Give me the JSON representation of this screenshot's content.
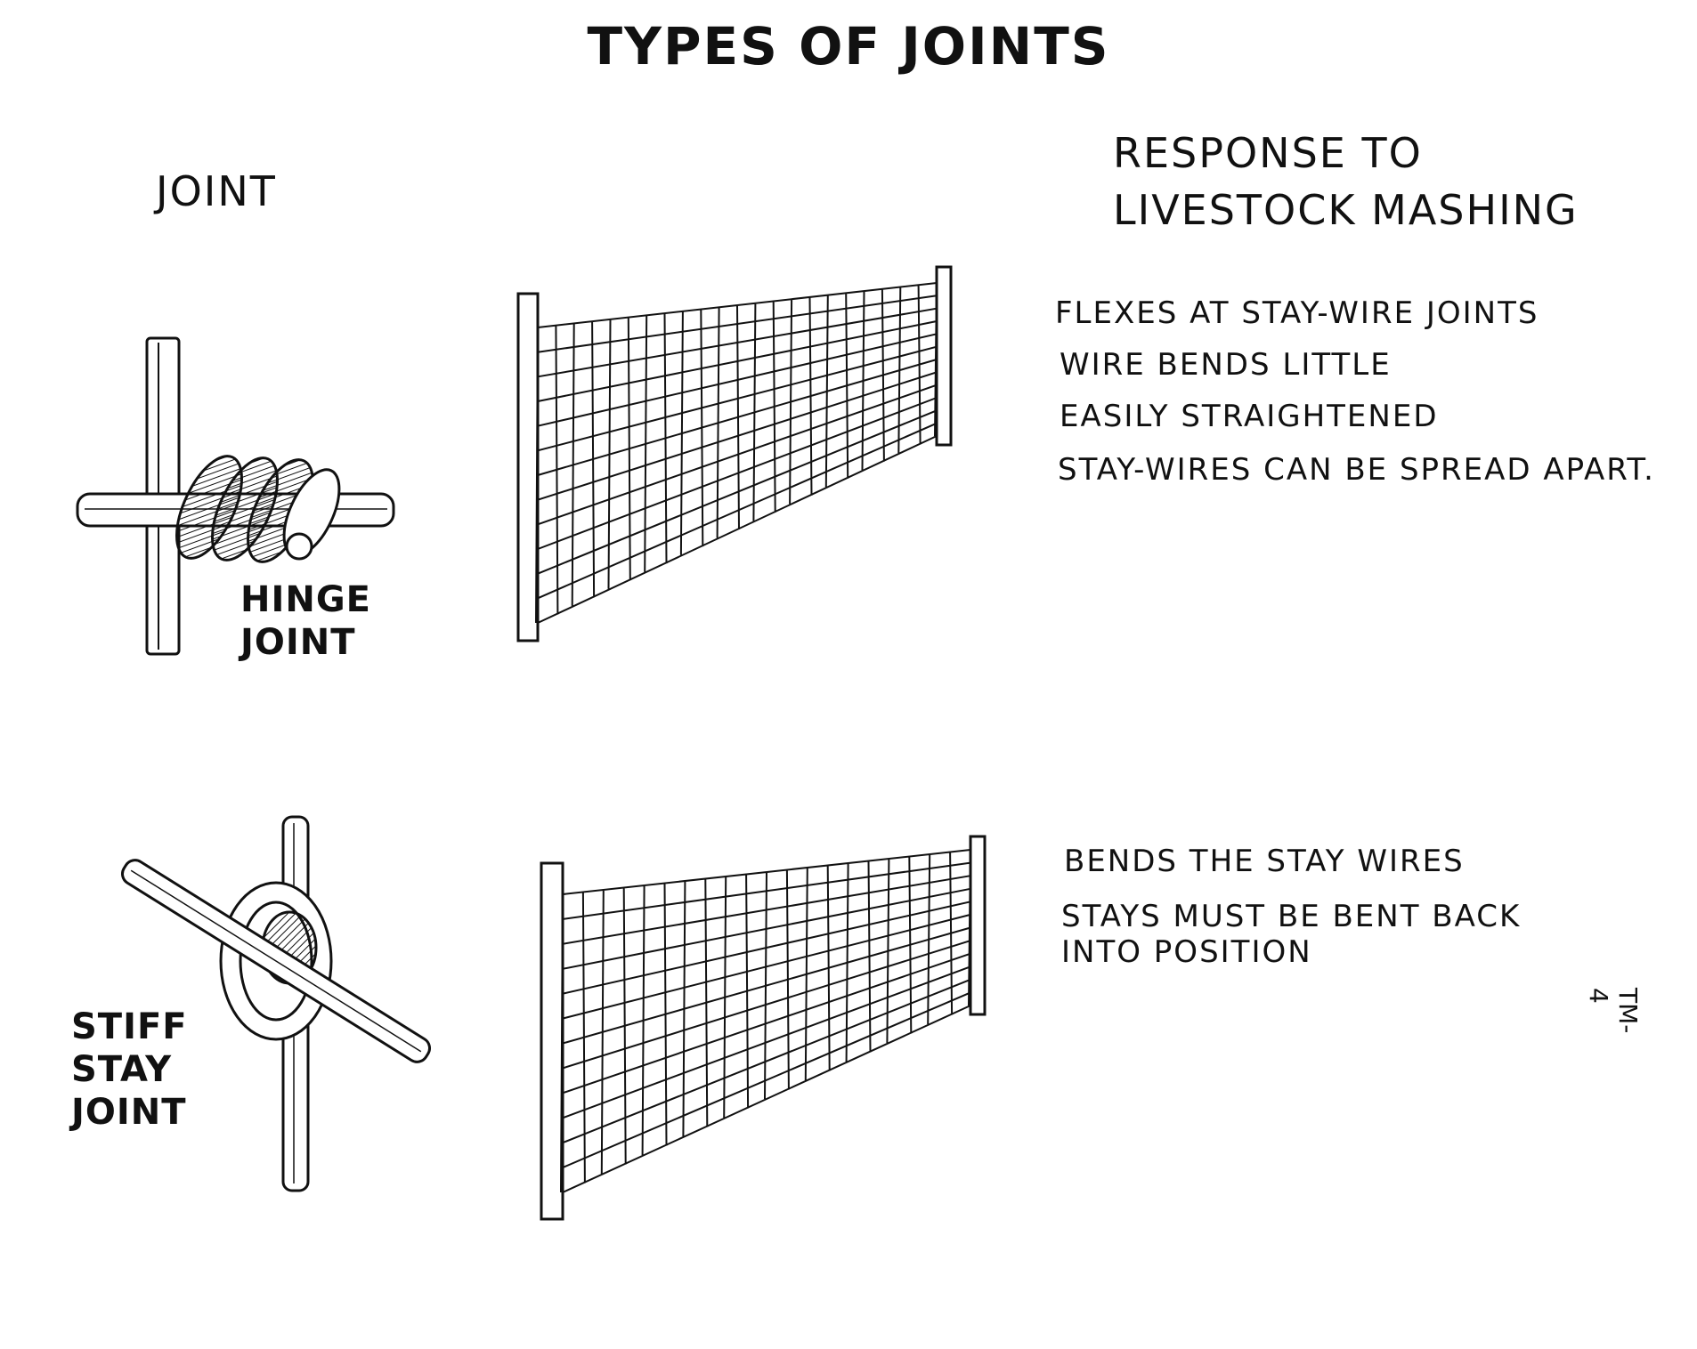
{
  "title": "TYPES OF JOINTS",
  "col_joint_header": "JOINT",
  "col_response_header": "RESPONSE TO\nLIVESTOCK MASHING",
  "hinge": {
    "label": "HINGE\nJOINT",
    "responses": [
      "FLEXES AT STAY-WIRE JOINTS",
      "WIRE BENDS LITTLE",
      "EASILY STRAIGHTENED",
      "STAY-WIRES CAN BE SPREAD APART."
    ]
  },
  "stiff": {
    "label": "STIFF\nSTAY\nJOINT",
    "responses": [
      "BENDS THE STAY WIRES",
      "STAYS MUST BE BENT BACK\nINTO POSITION"
    ]
  },
  "page_code": "TM-4"
}
